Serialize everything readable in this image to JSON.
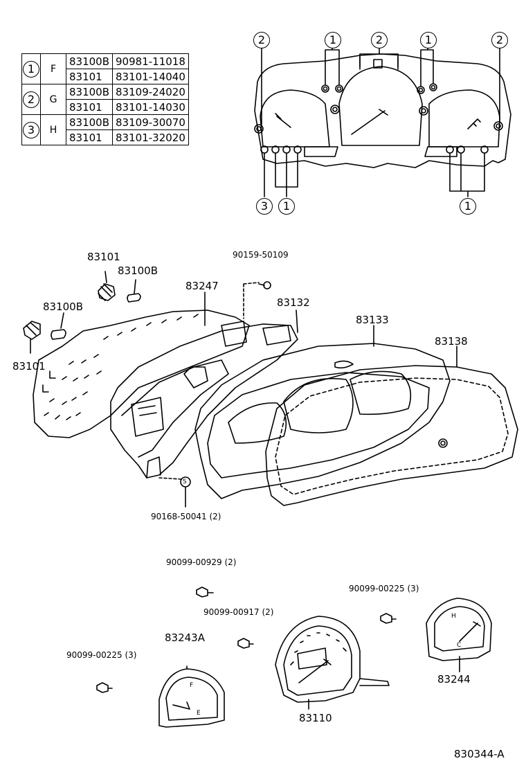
{
  "legend": {
    "rows": [
      {
        "marker": "1",
        "letter": "F",
        "entries": [
          [
            "83100B",
            "90981-11018"
          ],
          [
            "83101",
            "83101-14040"
          ]
        ]
      },
      {
        "marker": "2",
        "letter": "G",
        "entries": [
          [
            "83100B",
            "83109-24020"
          ],
          [
            "83101",
            "83101-14030"
          ]
        ]
      },
      {
        "marker": "3",
        "letter": "H",
        "entries": [
          [
            "83100B",
            "83109-30070"
          ],
          [
            "83101",
            "83101-32020"
          ]
        ]
      }
    ]
  },
  "markers": {
    "one": "1",
    "two": "2",
    "three": "3"
  },
  "parts": {
    "p83101_top": "83101",
    "p83100B_top": "83100B",
    "p83100B_left": "83100B",
    "p83101_left": "83101",
    "p90159": "90159-50109",
    "p83247": "83247",
    "p83132": "83132",
    "p83133": "83133",
    "p83138": "83138",
    "p90168": "90168-50041 (2)",
    "p90099_929": "90099-00929 (2)",
    "p90099_917": "90099-00917 (2)",
    "p90099_225_left": "90099-00225 (3)",
    "p90099_225_right": "90099-00225 (3)",
    "p83243A": "83243A",
    "p83110": "83110",
    "p83244": "83244",
    "screw_s": "S",
    "gauge_h": "H",
    "gauge_c": "C",
    "gauge_f": "F",
    "gauge_e": "E"
  },
  "diagram_id": "830344-A"
}
